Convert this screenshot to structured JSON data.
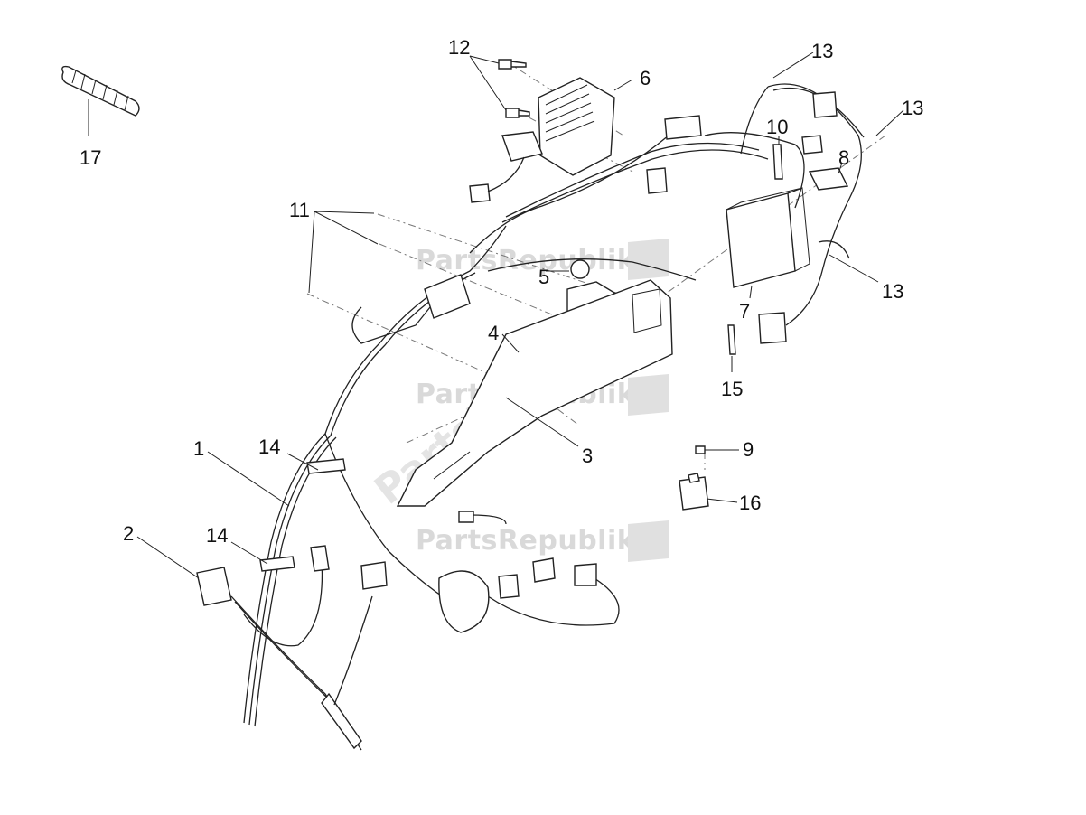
{
  "callouts": [
    {
      "id": "1",
      "text": "1"
    },
    {
      "id": "2",
      "text": "2"
    },
    {
      "id": "3",
      "text": "3"
    },
    {
      "id": "4",
      "text": "4"
    },
    {
      "id": "5",
      "text": "5"
    },
    {
      "id": "6",
      "text": "6"
    },
    {
      "id": "7",
      "text": "7"
    },
    {
      "id": "8",
      "text": "8"
    },
    {
      "id": "9",
      "text": "9"
    },
    {
      "id": "10",
      "text": "10"
    },
    {
      "id": "11",
      "text": "11"
    },
    {
      "id": "12",
      "text": "12"
    },
    {
      "id": "13a",
      "text": "13"
    },
    {
      "id": "13b",
      "text": "13"
    },
    {
      "id": "13c",
      "text": "13"
    },
    {
      "id": "14a",
      "text": "14"
    },
    {
      "id": "14b",
      "text": "14"
    },
    {
      "id": "15",
      "text": "15"
    },
    {
      "id": "16",
      "text": "16"
    },
    {
      "id": "17",
      "text": "17"
    }
  ],
  "watermark": {
    "text": "PartsRepublik",
    "text_big": "PartsRepublik"
  }
}
